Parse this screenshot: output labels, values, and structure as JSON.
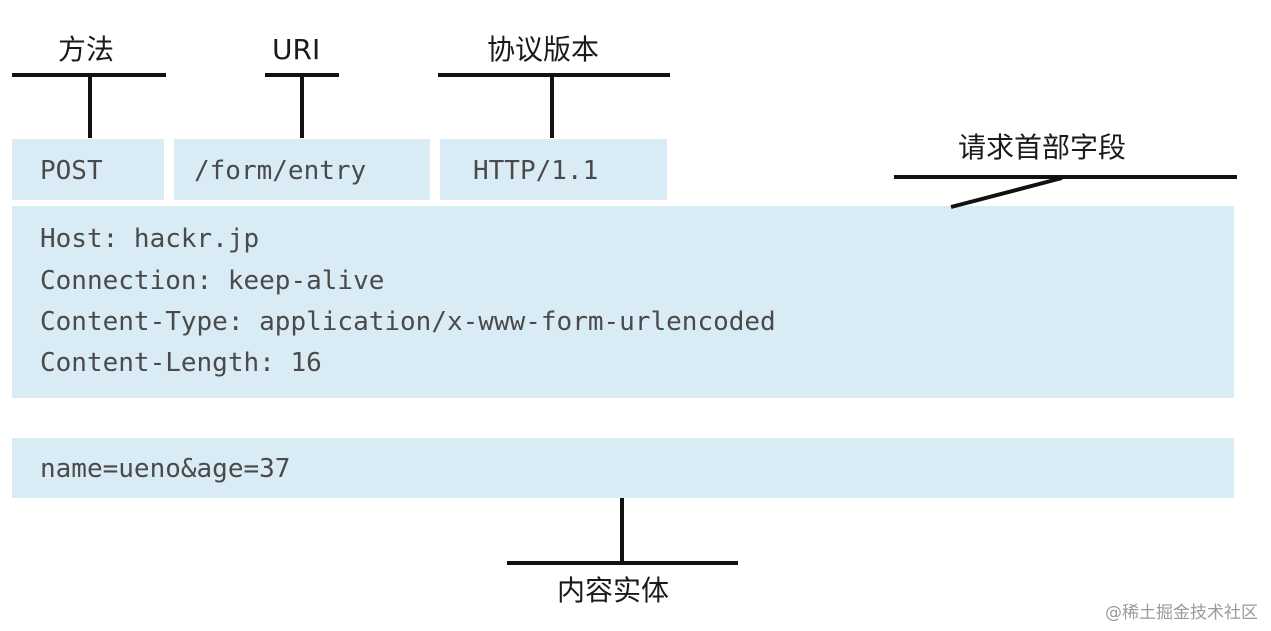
{
  "labels": {
    "method": "方法",
    "uri": "URI",
    "version": "协议版本",
    "headers": "请求首部字段",
    "body": "内容实体"
  },
  "request_line": {
    "method": "POST",
    "uri": "/form/entry",
    "version": "HTTP/1.1"
  },
  "headers": [
    "Host: hackr.jp",
    "Connection: keep-alive",
    "Content-Type: application/x-www-form-urlencoded",
    "Content-Length: 16"
  ],
  "body": "name=ueno&age=37",
  "watermark": "@稀土掘金技术社区",
  "colors": {
    "box_fill": "#d9ebf5",
    "line": "#111111",
    "code_text": "#4a4a4a"
  }
}
